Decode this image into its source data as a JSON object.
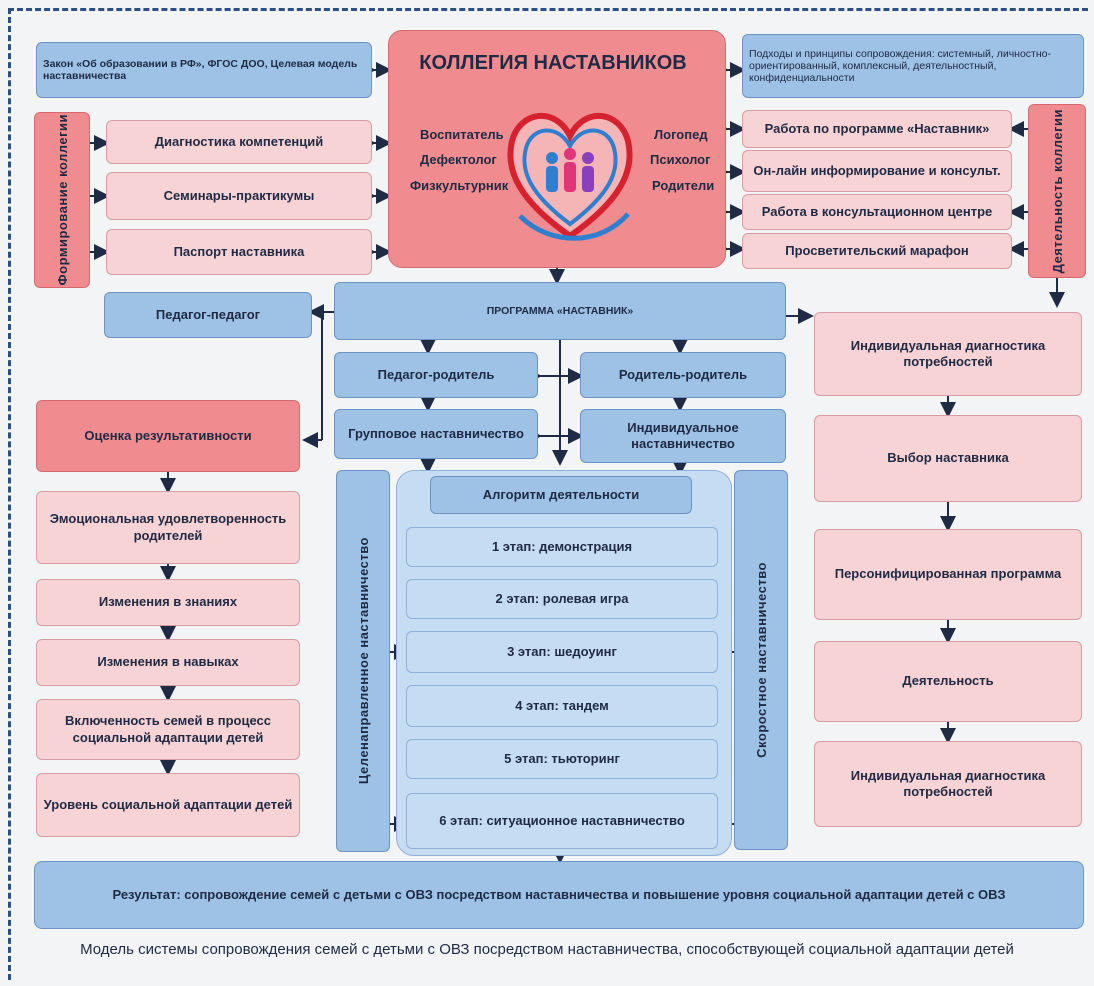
{
  "collegia": {
    "title": "КОЛЛЕГИЯ НАСТАВНИКОВ",
    "roles_left": [
      "Воспитатель",
      "Дефектолог",
      "Физкультурник"
    ],
    "roles_right": [
      "Логопед",
      "Психолог",
      "Родители"
    ]
  },
  "law_box": "Закон «Об образовании в РФ», ФГОС ДОО, Целевая модель наставничества",
  "approaches_box": "Подходы и принципы сопровождения: системный, личностно-ориентированный, комплексный, деятельностный, конфиденциальности",
  "formation_label": "Формирование коллегии",
  "activity_label": "Деятельность коллегии",
  "formation_items": [
    "Диагностика компетенций",
    "Семинары-практикумы",
    "Паспорт наставника"
  ],
  "activity_items": [
    "Работа по программе «Наставник»",
    "Он-лайн информирование и консульт.",
    "Работа в консультационном центре",
    "Просветительский марафон"
  ],
  "program": "ПРОГРАММА «НАСТАВНИК»",
  "pedagog_pedagog": "Педагог-педагог",
  "pedagog_roditel": "Педагог-родитель",
  "roditel_roditel": "Родитель-родитель",
  "group_mentoring": "Групповое наставничество",
  "individual_mentoring": "Индивидуальное наставничество",
  "targeted_mentoring": "Целенаправленное наставничество",
  "speed_mentoring": "Скоростное наставничество",
  "algorithm": "Алгоритм деятельности",
  "stages": [
    "1 этап: демонстрация",
    "2 этап: ролевая игра",
    "3 этап: шедоуинг",
    "4 этап: тандем",
    "5 этап: тьюторинг",
    "6 этап: ситуационное наставничество"
  ],
  "evaluation": "Оценка результативности",
  "evaluation_items": [
    "Эмоциональная удовлетворенность родителей",
    "Изменения в знаниях",
    "Изменения в навыках",
    "Включенность семей в процесс социальной адаптации детей",
    "Уровень социальной адаптации детей"
  ],
  "right_items": [
    "Индивидуальная диагностика потребностей",
    "Выбор наставника",
    "Персонифицированная программа",
    "Деятельность",
    "Индивидуальная диагностика потребностей"
  ],
  "result": "Результат: сопровождение семей с детьми с ОВЗ посредством наставничества и повышение уровня социальной адаптации детей с ОВЗ",
  "caption": "Модель системы сопровождения семей с детьми с ОВЗ посредством наставничества, способствующей социальной адаптации детей",
  "colors": {
    "blue": "#9ec1e6",
    "pink": "#f7d3d6",
    "red": "#f08c8f",
    "dark": "#1f2a44"
  }
}
